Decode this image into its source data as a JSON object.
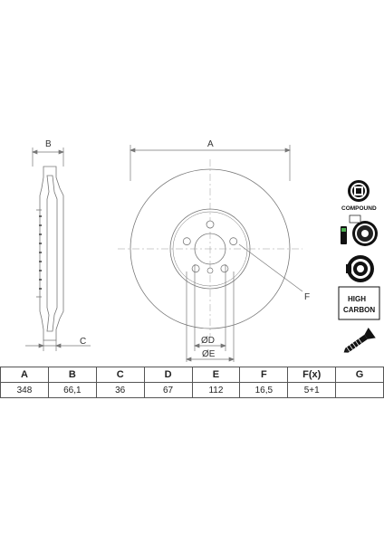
{
  "drawing": {
    "dimension_labels": {
      "A": "A",
      "B": "B",
      "C": "C",
      "D": "ØD",
      "E": "ØE",
      "F": "F"
    }
  },
  "badges": {
    "compound": "COMPOUND",
    "high_carbon_line1": "HIGH",
    "high_carbon_line2": "CARBON"
  },
  "spec_table": {
    "headers": [
      "A",
      "B",
      "C",
      "D",
      "E",
      "F",
      "F(x)",
      "G"
    ],
    "values": [
      "348",
      "66,1",
      "36",
      "67",
      "112",
      "16,5",
      "5+1",
      ""
    ]
  }
}
